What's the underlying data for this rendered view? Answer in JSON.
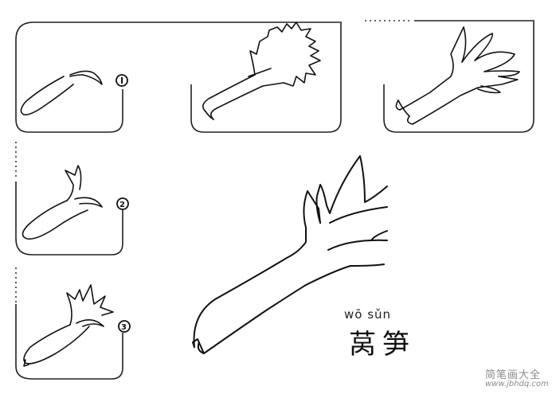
{
  "title": {
    "pinyin": "wō  sǔn",
    "hanzi": "莴笋"
  },
  "steps": [
    {
      "number": "1",
      "label": "①"
    },
    {
      "number": "2",
      "label": "②"
    },
    {
      "number": "3",
      "label": "③"
    }
  ],
  "watermark": {
    "site_name": "简笔画大全",
    "url": "www.jbhdq.com",
    "color": "#8a8a8a"
  },
  "colors": {
    "line": "#111111",
    "background": "#ffffff"
  }
}
